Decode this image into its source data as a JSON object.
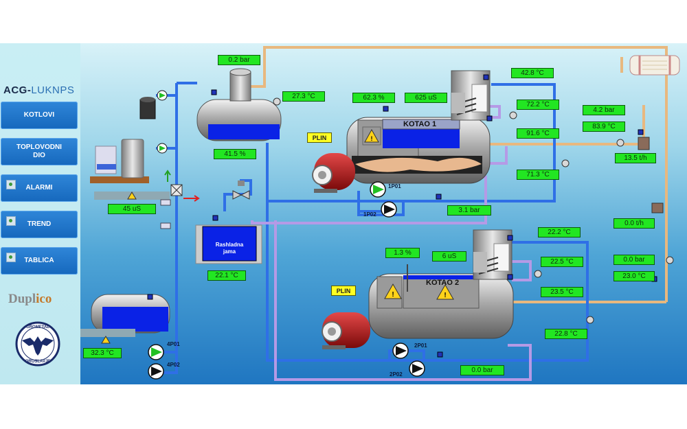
{
  "brand": {
    "acg_prefix": "ACG-",
    "acg_suffix": "LUKNPS",
    "duplico_main": "Dupl",
    "duplico_accent": "ico",
    "crest_top": "GROMETAL",
    "crest_bottom": "OROSLAVJE"
  },
  "nav": [
    {
      "label": "KOTLOVI",
      "icon": ""
    },
    {
      "label": "TOPLOVODNI DIO",
      "icon": ""
    },
    {
      "label": "ALARMI",
      "icon": "alarm-icon"
    },
    {
      "label": "TREND",
      "icon": "trend-icon"
    },
    {
      "label": "TABLICA",
      "icon": "table-icon"
    }
  ],
  "boiler1": {
    "title": "KOTAO 1",
    "level": "62.3 %",
    "conductivity": "625 uS",
    "fuel": "PLIN",
    "temp_hx_out": "42.8 °C",
    "temp_hx_mid": "72.2 °C",
    "temp_out": "91.6 °C",
    "temp_return": "71.3 °C",
    "pump_a": "1P01",
    "pump_b": "1P02",
    "pump_pressure": "3.1 bar",
    "level_fraction": 0.62
  },
  "boiler2": {
    "title": "KOTAO 2",
    "level": "1.3 %",
    "conductivity": "6 uS",
    "fuel": "PLIN",
    "temp_top": "22.2 °C",
    "temp_hx_mid": "22.5 °C",
    "temp_out": "23.5 °C",
    "temp_return": "22.8 °C",
    "pump_a": "2P01",
    "pump_b": "2P02",
    "pump_pressure": "0.0 bar",
    "level_fraction": 0.01
  },
  "deaerator": {
    "pressure": "0.2 bar",
    "temp": "27.3 °C",
    "level": "41.5 %"
  },
  "feed_tank": {
    "temp": "32.3 °C",
    "pump_a": "4P01",
    "pump_b": "4P02"
  },
  "cooling_pit": {
    "label_line1": "Rashladna",
    "label_line2": "jama",
    "temp": "22.1 °C"
  },
  "water_treatment": {
    "conductivity": "45 uS"
  },
  "steam_line1": {
    "pressure": "4.2 bar",
    "temp": "83.9 °C",
    "flow": "13.5 t/h"
  },
  "steam_line2": {
    "flow": "0.0 t/h",
    "pressure": "0.0 bar",
    "temp": "23.0 °C"
  },
  "colors": {
    "pipe_blue": "#2f6fe6",
    "pipe_purple": "#b59ae6",
    "pipe_orange": "#e8b87f",
    "value_green": "#22e622",
    "fuel_yellow": "#ffff22",
    "water_blue": "#0a22e6"
  }
}
